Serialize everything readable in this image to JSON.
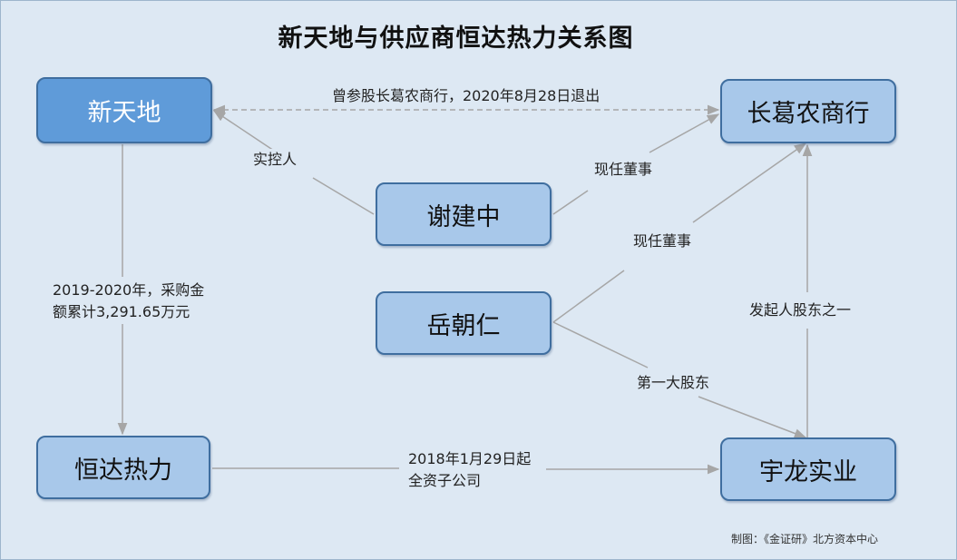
{
  "title": "新天地与供应商恒达热力关系图",
  "nodes": {
    "xintiandi": "新天地",
    "changge_bank": "长葛农商行",
    "xie_jianzhong": "谢建中",
    "yue_chaoren": "岳朝仁",
    "hengda_thermal": "恒达热力",
    "yulong": "宇龙实业"
  },
  "edges": {
    "former_shareholder": "曾参股长葛农商行，2020年8月28日退出",
    "controller": "实控人",
    "xie_director": "现任董事",
    "yue_director": "现任董事",
    "purchase_line1": "2019-2020年，采购金",
    "purchase_line2": "额累计3,291.65万元",
    "founder_shareholder": "发起人股东之一",
    "largest_shareholder": "第一大股东",
    "subsidiary_line1": "2018年1月29日起",
    "subsidiary_line2": "全资子公司"
  },
  "credit": "制图：《金证研》北方资本中心",
  "colors": {
    "background": "#dde8f3",
    "primary_node": "#5f9bd9",
    "secondary_node": "#a8c8ea",
    "node_border": "#3f6e9f",
    "edge": "#a6a6a6"
  }
}
